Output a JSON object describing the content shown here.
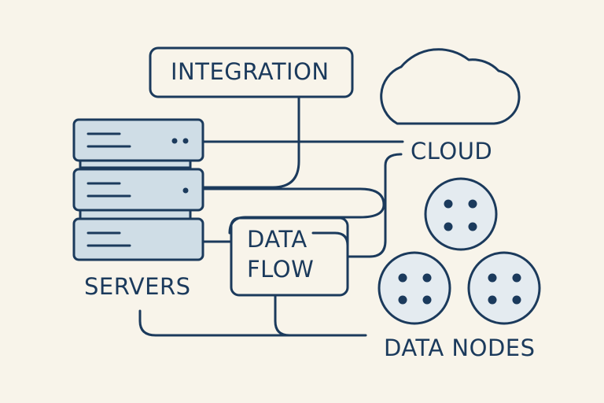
{
  "colors": {
    "background": "#f8f4ea",
    "stroke": "#1b3a5c",
    "server_fill": "#cfdde6",
    "node_fill": "#e4ebf0"
  },
  "labels": {
    "integration": "INTEGRATION",
    "cloud": "CLOUD",
    "servers": "SERVERS",
    "data_flow_line1": "DATA",
    "data_flow_line2": "FLOW",
    "data_nodes": "DATA NODES"
  },
  "icons": [
    "server-rack-icon",
    "cloud-icon",
    "data-node-icon"
  ]
}
